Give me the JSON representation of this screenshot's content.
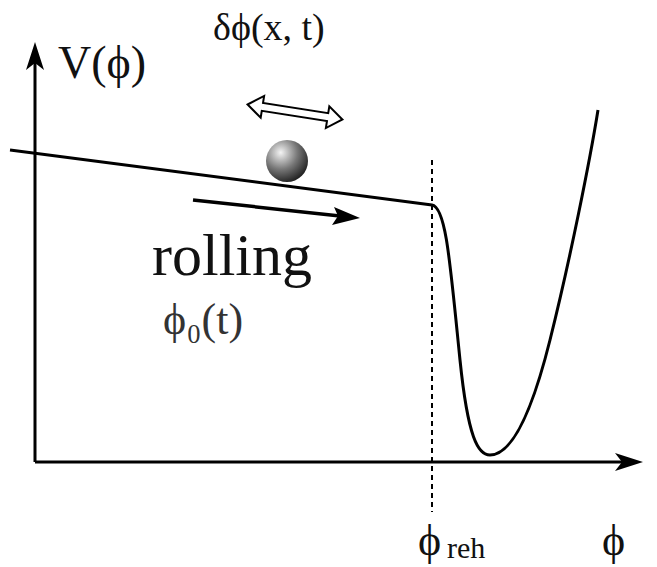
{
  "diagram": {
    "labels": [
      "V(ϕ)",
      "δϕ(x, t)",
      "rolling",
      "ϕ₀(t)",
      "ϕ",
      "reh",
      "ϕ"
    ]
  }
}
